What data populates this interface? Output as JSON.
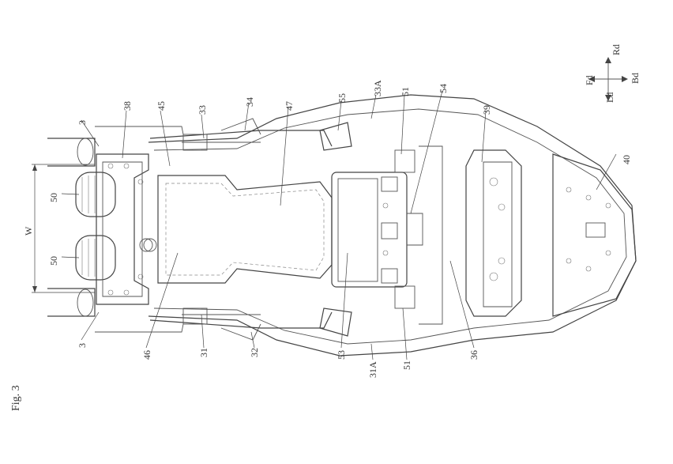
{
  "figure_label": "Fig. 3",
  "directions": {
    "front": "Fd",
    "rear": "Rd",
    "left": "Ld",
    "back": "Bd"
  },
  "dimension_label": "W",
  "labels": {
    "l3a": "3",
    "l3b": "3",
    "l38": "38",
    "l45": "45",
    "l33": "33",
    "l34": "34",
    "l47": "47",
    "l55": "55",
    "l33A": "33A",
    "l51a": "51",
    "l54": "54",
    "l39": "39",
    "l40": "40",
    "l50a": "50",
    "l50b": "50",
    "l46": "46",
    "l31": "31",
    "l32": "32",
    "l53": "53",
    "l31A": "31A",
    "l51b": "51",
    "l36": "36"
  }
}
